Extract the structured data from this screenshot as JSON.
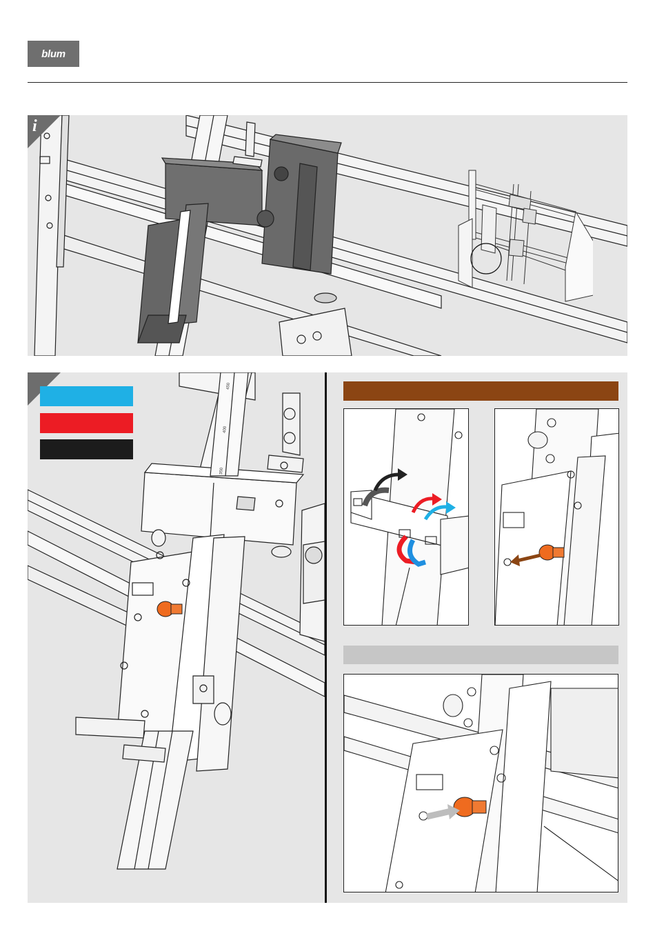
{
  "header": {
    "logo_text": "blum"
  },
  "info_panel": {
    "badge_glyph": "i",
    "icon": "info-icon",
    "illustration": "machine-clamp-detail",
    "overview": "machine-overview-with-circled-detail"
  },
  "step_panel": {
    "color_legend": [
      {
        "name": "blue",
        "color": "#1fb0e5"
      },
      {
        "name": "red",
        "color": "#ec1c24"
      },
      {
        "name": "black",
        "color": "#1c1c1c"
      }
    ],
    "bars": {
      "brown": "#8b4513",
      "grey": "#c6c6c6"
    },
    "accent_orange": "#ef6b1f",
    "arrows": {
      "red": "#ec1c24",
      "blue": "#1fb0e5",
      "black": "#222222",
      "brown": "#8b4513",
      "grey": "#bdbdbd"
    },
    "ruler_labels": [
      "450",
      "400",
      "350"
    ]
  }
}
